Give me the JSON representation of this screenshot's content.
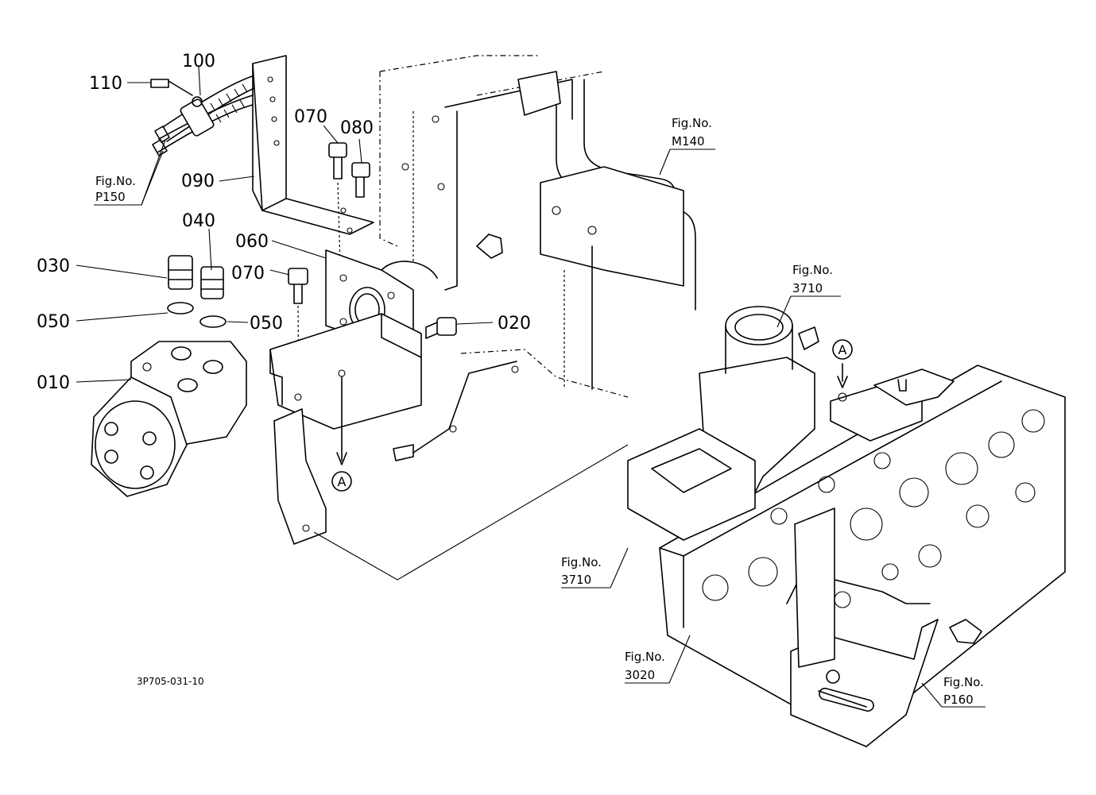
{
  "parts": {
    "p010": "010",
    "p020": "020",
    "p030": "030",
    "p040": "040",
    "p050a": "050",
    "p050b": "050",
    "p060": "060",
    "p070a": "070",
    "p070b": "070",
    "p080": "080",
    "p090": "090",
    "p100": "100",
    "p110": "110"
  },
  "figure_refs": {
    "prefix": "Fig.No.",
    "p150": "P150",
    "m140": "M140",
    "f3710_top": "3710",
    "f3710_left": "3710",
    "f3020": "3020",
    "p160": "P160"
  },
  "markers": {
    "a_left": "A",
    "a_right": "A"
  },
  "drawing_code": "3P705-031-10"
}
